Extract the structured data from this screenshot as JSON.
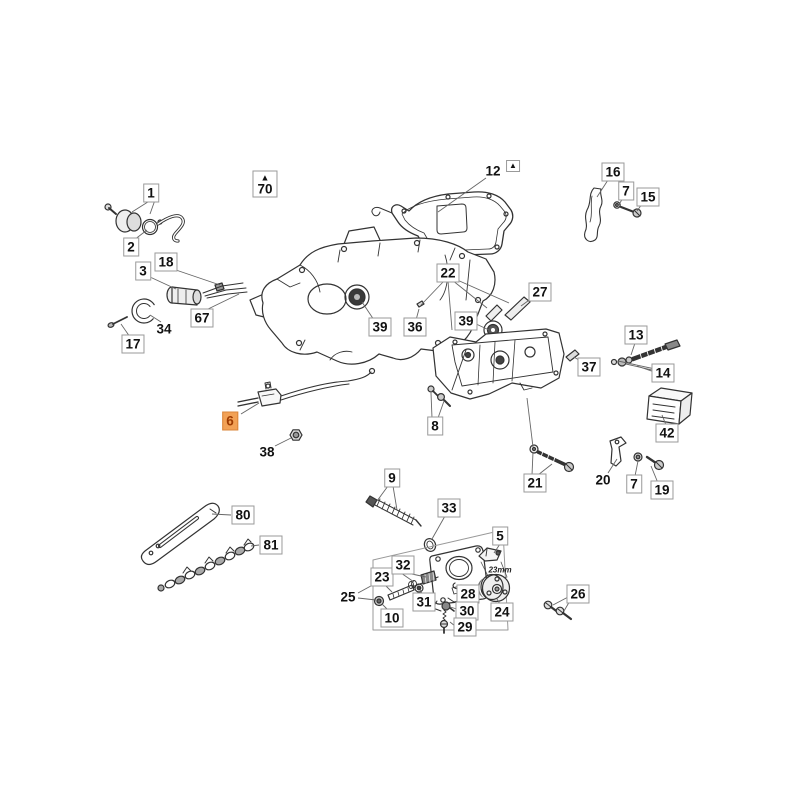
{
  "diagram": {
    "subject": "Chainsaw engine exploded parts diagram",
    "background_color": "#ffffff",
    "line_color": "#333333",
    "label_border_color": "#9a9a9a",
    "leader_line_color": "#666666",
    "highlighted_part": {
      "number": "6",
      "background": "#f2a155",
      "text_color": "#9e3a00",
      "border_color": "#d9853a"
    },
    "markers": {
      "triangle": "▲"
    },
    "annotations": {
      "dimension": "23mm"
    },
    "labels": [
      {
        "text": "1",
        "style": "boxed"
      },
      {
        "text": "2",
        "style": "boxed"
      },
      {
        "text": "3",
        "style": "boxed"
      },
      {
        "text": "18",
        "style": "boxed"
      },
      {
        "text": "67",
        "style": "boxed"
      },
      {
        "text": "34",
        "style": "plain"
      },
      {
        "text": "17",
        "style": "boxed"
      },
      {
        "text": "70",
        "style": "boxed-with-triangle"
      },
      {
        "text": "12",
        "style": "plain-with-triangle-box"
      },
      {
        "text": "16",
        "style": "boxed"
      },
      {
        "text": "7",
        "style": "boxed"
      },
      {
        "text": "15",
        "style": "boxed"
      },
      {
        "text": "22",
        "style": "boxed"
      },
      {
        "text": "27",
        "style": "boxed"
      },
      {
        "text": "39",
        "style": "boxed"
      },
      {
        "text": "36",
        "style": "boxed"
      },
      {
        "text": "39",
        "style": "boxed"
      },
      {
        "text": "37",
        "style": "boxed"
      },
      {
        "text": "8",
        "style": "boxed"
      },
      {
        "text": "13",
        "style": "boxed"
      },
      {
        "text": "14",
        "style": "boxed"
      },
      {
        "text": "42",
        "style": "boxed"
      },
      {
        "text": "20",
        "style": "plain"
      },
      {
        "text": "7",
        "style": "boxed"
      },
      {
        "text": "19",
        "style": "boxed"
      },
      {
        "text": "21",
        "style": "boxed"
      },
      {
        "text": "6",
        "style": "highlight"
      },
      {
        "text": "38",
        "style": "plain"
      },
      {
        "text": "80",
        "style": "boxed"
      },
      {
        "text": "81",
        "style": "boxed"
      },
      {
        "text": "9",
        "style": "boxed"
      },
      {
        "text": "33",
        "style": "boxed"
      },
      {
        "text": "5",
        "style": "boxed"
      },
      {
        "text": "25",
        "style": "plain"
      },
      {
        "text": "23",
        "style": "boxed"
      },
      {
        "text": "32",
        "style": "boxed"
      },
      {
        "text": "31",
        "style": "boxed"
      },
      {
        "text": "10",
        "style": "boxed"
      },
      {
        "text": "28",
        "style": "boxed"
      },
      {
        "text": "30",
        "style": "boxed"
      },
      {
        "text": "29",
        "style": "boxed"
      },
      {
        "text": "24",
        "style": "boxed"
      },
      {
        "text": "26",
        "style": "boxed"
      }
    ]
  }
}
